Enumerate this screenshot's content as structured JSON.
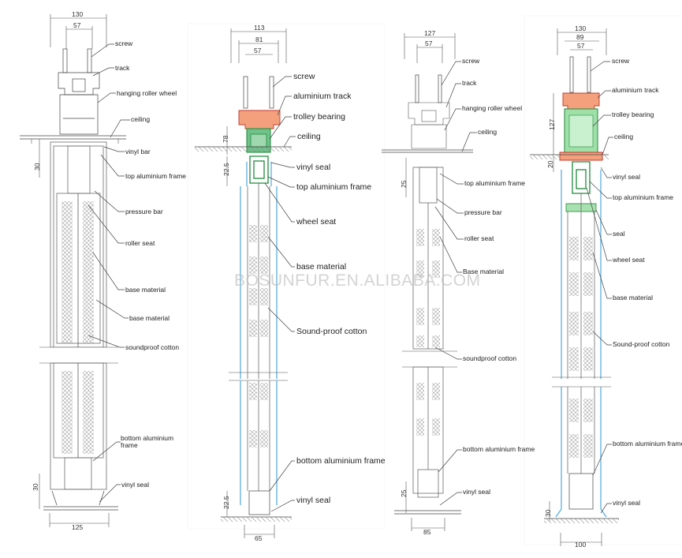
{
  "watermark": "BOSUNFUR.EN.ALIBABA.COM",
  "colors": {
    "track_orange": "#f4a07c",
    "blue": "#4fa8d8",
    "green": "#1f8a3a",
    "line": "#555555"
  },
  "drawing1": {
    "dims": [
      "130",
      "57",
      "30",
      "30",
      "125"
    ],
    "labels": [
      "screw",
      "track",
      "hanging roller wheel",
      "ceiling",
      "vinyl bar",
      "top aluminium frame",
      "pressure bar",
      "roller seat",
      "base material",
      "base material",
      "soundproof cotton",
      "bottom aluminium frame",
      "vinyl seal"
    ]
  },
  "drawing2": {
    "dims": [
      "113",
      "81",
      "57",
      "78",
      "22.5",
      "22.5",
      "65"
    ],
    "labels": [
      "screw",
      "aluminium track",
      "trolley bearing",
      "ceiling",
      "vinyl seal",
      "top aluminium frame",
      "wheel seat",
      "base material",
      "Sound-proof cotton",
      "bottom aluminium frame",
      "vinyl seal"
    ]
  },
  "drawing3": {
    "dims": [
      "127",
      "57",
      "25",
      "25",
      "85"
    ],
    "labels": [
      "screw",
      "track",
      "hanging roller wheel",
      "ceiling",
      "top aluminium frame",
      "pressure bar",
      "roller seat",
      "Base material",
      "soundproof cotton",
      "bottom aluminium frame",
      "vinyl seal"
    ]
  },
  "drawing4": {
    "dims": [
      "130",
      "89",
      "57",
      "127",
      "20",
      "30",
      "100"
    ],
    "labels": [
      "screw",
      "aluminium track",
      "trolley bearing",
      "ceiling",
      "vinyl seal",
      "top aluminium frame",
      "seal",
      "wheel seat",
      "base material",
      "Sound-proof cotton",
      "bottom aluminium frame",
      "vinyl seal"
    ]
  }
}
